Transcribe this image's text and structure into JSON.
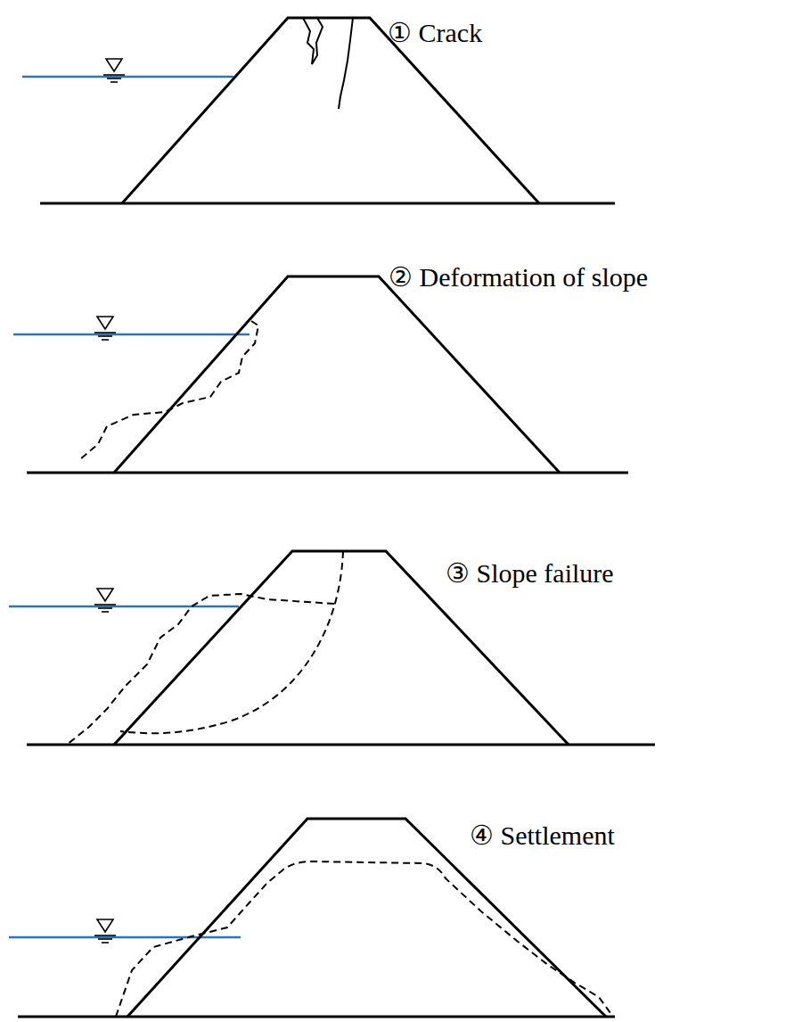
{
  "diagram": {
    "labels": [
      "① Crack",
      "② Deformation of slope",
      "③ Slope failure",
      "④ Settlement"
    ]
  }
}
